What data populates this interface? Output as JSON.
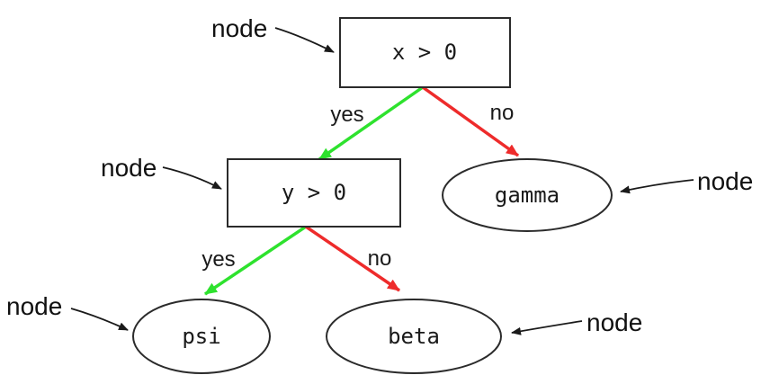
{
  "diagram": {
    "type": "decision-tree",
    "background": "#ffffff",
    "colors": {
      "yes_edge": "#2ee22e",
      "no_edge": "#ee2b2b",
      "annotation": "#1a1a1a",
      "shape_stroke": "#2b2b2b"
    },
    "nodes": {
      "root": {
        "label": "x > 0",
        "shape": "rectangle"
      },
      "left": {
        "label": "y > 0",
        "shape": "rectangle"
      },
      "gamma": {
        "label": "gamma",
        "shape": "ellipse"
      },
      "psi": {
        "label": "psi",
        "shape": "ellipse"
      },
      "beta": {
        "label": "beta",
        "shape": "ellipse"
      }
    },
    "edges": {
      "root_yes": {
        "from": "root",
        "to": "left",
        "label": "yes",
        "color": "#2ee22e"
      },
      "root_no": {
        "from": "root",
        "to": "gamma",
        "label": "no",
        "color": "#ee2b2b"
      },
      "left_yes": {
        "from": "left",
        "to": "psi",
        "label": "yes",
        "color": "#2ee22e"
      },
      "left_no": {
        "from": "left",
        "to": "beta",
        "label": "no",
        "color": "#ee2b2b"
      }
    },
    "annotations": {
      "label": "node",
      "count": 5
    }
  }
}
